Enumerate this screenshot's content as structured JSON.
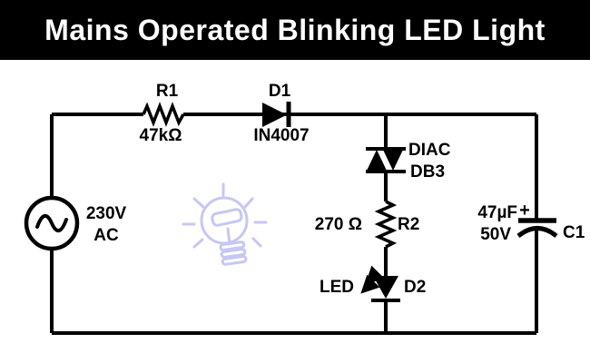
{
  "title": "Mains Operated Blinking LED Light",
  "colors": {
    "banner_bg": "#000000",
    "banner_text": "#ffffff",
    "wire": "#000000",
    "watermark_bulb": "#c7c7f3",
    "background": "#ffffff"
  },
  "ac_source": {
    "voltage": "230V",
    "kind": "AC"
  },
  "components": {
    "r1": {
      "label": "R1",
      "value": "47kΩ"
    },
    "d1": {
      "label": "D1",
      "value": "IN4007"
    },
    "diac": {
      "label": "DIAC",
      "value": "DB3"
    },
    "r2": {
      "label": "R2",
      "value": "270 Ω"
    },
    "led": {
      "label": "LED",
      "ref": "D2"
    },
    "c1": {
      "label": "C1",
      "value": "47µF",
      "rating": "50V",
      "polarity_mark": "+"
    }
  }
}
